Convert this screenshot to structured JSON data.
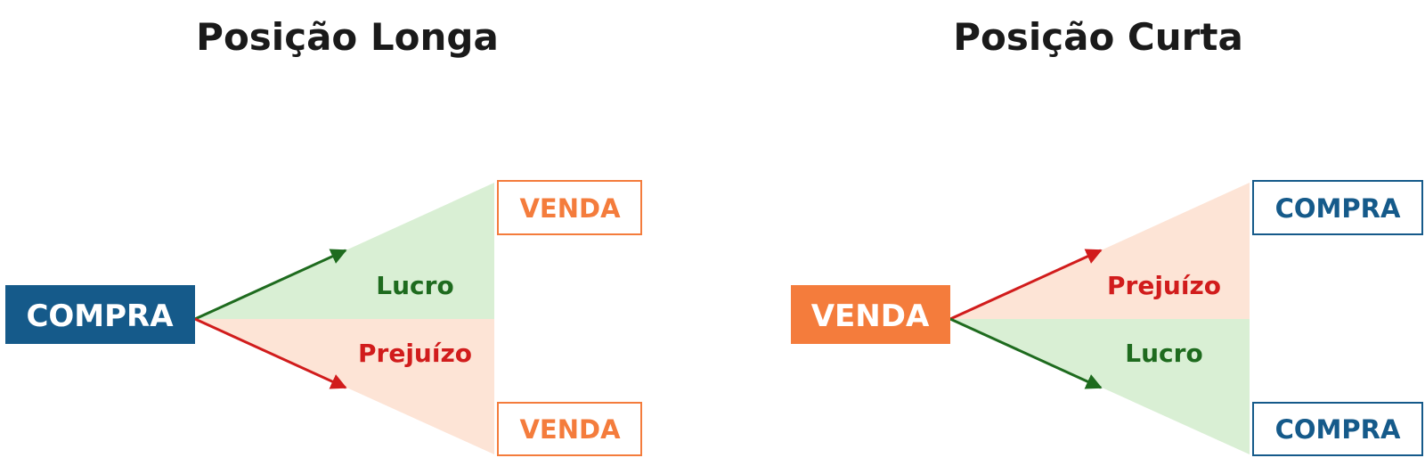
{
  "colors": {
    "blue": "#155a8a",
    "orange": "#f47c3c",
    "green_dark": "#1e6b1e",
    "red": "#d11c1c",
    "green_fill": "#d9efd4",
    "red_fill": "#fde4d6"
  },
  "long": {
    "title": "Posição Longa",
    "start_label": "COMPRA",
    "top_end_label": "VENDA",
    "bottom_end_label": "VENDA",
    "upper_region_label": "Lucro",
    "lower_region_label": "Prejuízo"
  },
  "short": {
    "title": "Posição Curta",
    "start_label": "VENDA",
    "top_end_label": "COMPRA",
    "bottom_end_label": "COMPRA",
    "upper_region_label": "Prejuízo",
    "lower_region_label": "Lucro"
  }
}
